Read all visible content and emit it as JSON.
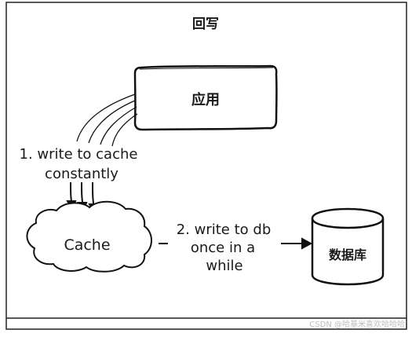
{
  "diagram": {
    "title": "回写",
    "app_label": "应用",
    "step1_label": [
      "1. write to cache",
      "constantly"
    ],
    "cache_label": "Cache",
    "step2_label": [
      "2. write to db",
      "once in a",
      "while"
    ],
    "db_label": "数据库",
    "watermark": "CSDN @哈基米喜欢哈哈哈"
  }
}
